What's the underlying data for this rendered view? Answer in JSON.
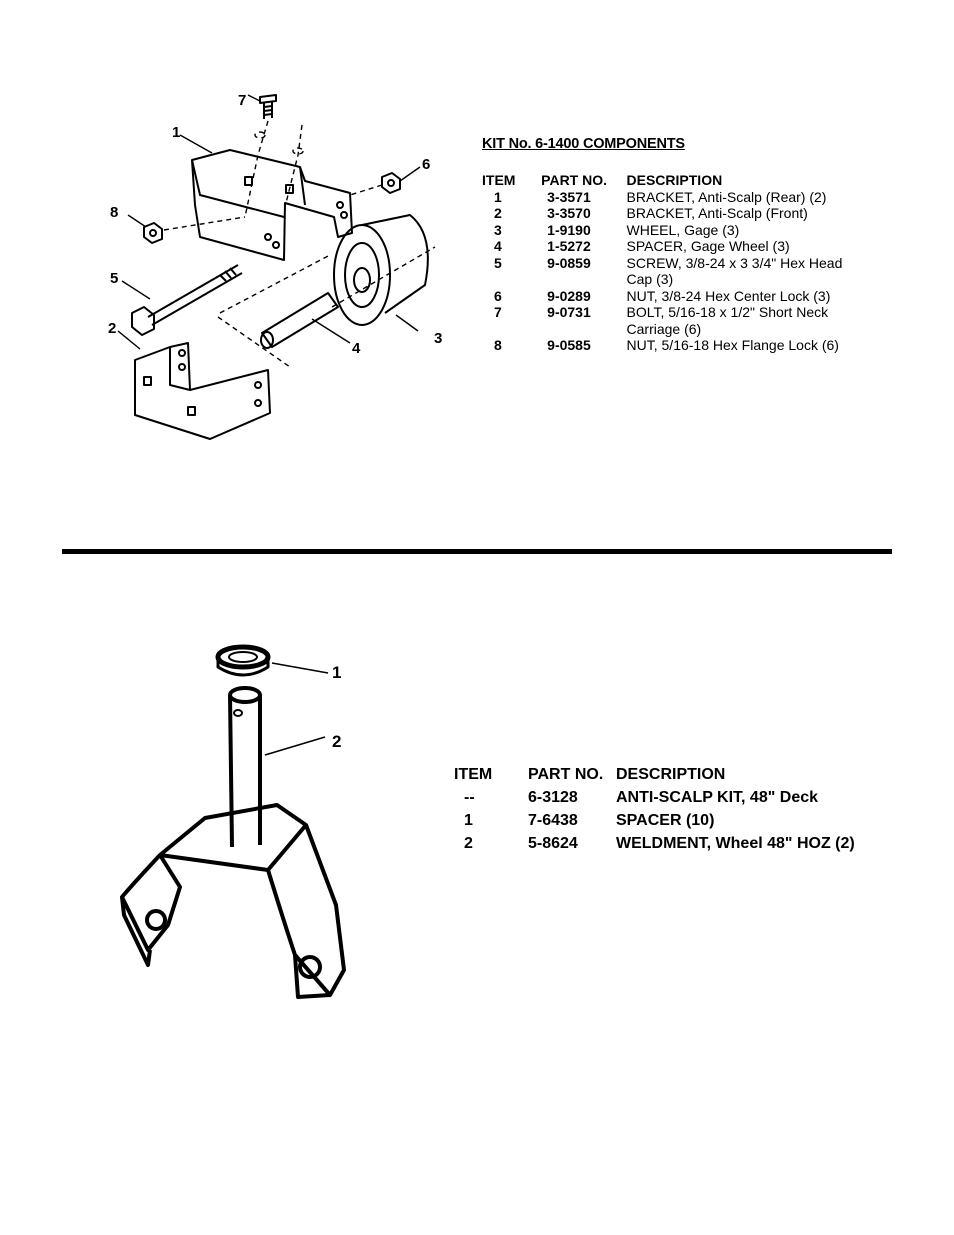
{
  "kit1": {
    "title": "KIT No. 6-1400 COMPONENTS",
    "headers": {
      "item": "ITEM",
      "part": "PART NO.",
      "description": "DESCRIPTION"
    },
    "rows": [
      {
        "item": "1",
        "part": "3-3571",
        "description": "BRACKET, Anti-Scalp (Rear) (2)"
      },
      {
        "item": "2",
        "part": "3-3570",
        "description": "BRACKET, Anti-Scalp (Front)"
      },
      {
        "item": "3",
        "part": "1-9190",
        "description": "WHEEL, Gage (3)"
      },
      {
        "item": "4",
        "part": "1-5272",
        "description": "SPACER, Gage Wheel (3)"
      },
      {
        "item": "5",
        "part": "9-0859",
        "description": "SCREW, 3/8-24 x 3 3/4\" Hex Head Cap (3)"
      },
      {
        "item": "6",
        "part": "9-0289",
        "description": "NUT, 3/8-24 Hex Center Lock (3)"
      },
      {
        "item": "7",
        "part": "9-0731",
        "description": "BOLT, 5/16-18 x 1/2\" Short Neck Carriage (6)"
      },
      {
        "item": "8",
        "part": "9-0585",
        "description": "NUT, 5/16-18 Hex Flange Lock (6)"
      }
    ]
  },
  "diagram1_callouts": {
    "c1": "1",
    "c2": "2",
    "c3": "3",
    "c4": "4",
    "c5": "5",
    "c6": "6",
    "c7": "7",
    "c8": "8"
  },
  "kit2": {
    "headers": {
      "item": "ITEM",
      "part": "PART NO.",
      "description": "DESCRIPTION"
    },
    "rows": [
      {
        "item": "--",
        "part": "6-3128",
        "description": "ANTI-SCALP KIT, 48\" Deck"
      },
      {
        "item": "1",
        "part": "7-6438",
        "description": "SPACER (10)"
      },
      {
        "item": "2",
        "part": "5-8624",
        "description": "WELDMENT, Wheel 48\" HOZ (2)"
      }
    ]
  },
  "diagram2_callouts": {
    "c1": "1",
    "c2": "2"
  }
}
